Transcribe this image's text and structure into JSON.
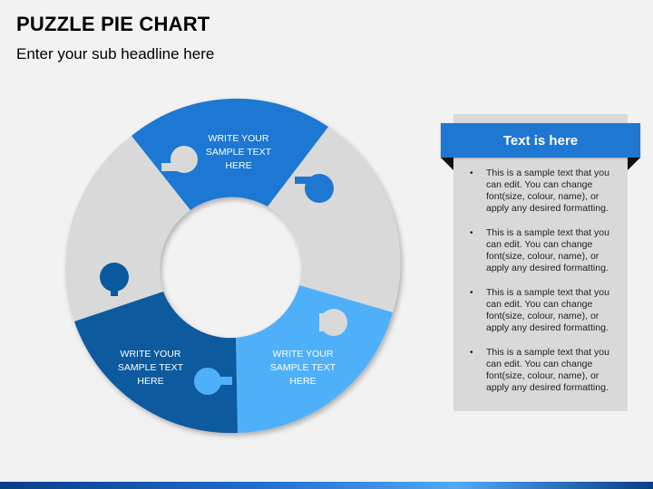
{
  "slide": {
    "title": "PUZZLE PIE CHART",
    "subtitle": "Enter your sub headline here"
  },
  "puzzle": {
    "pieces": [
      {
        "lines": [
          "WRITE YOUR",
          "SAMPLE  TEXT",
          "HERE"
        ],
        "color": "#1e78d2"
      },
      {
        "lines": [],
        "color": "#d9d9d9"
      },
      {
        "lines": [
          "WRITE YOUR",
          "SAMPLE  TEXT",
          "HERE"
        ],
        "color": "#4fb0fa"
      },
      {
        "lines": [
          "WRITE YOUR",
          "SAMPLE  TEXT",
          "HERE"
        ],
        "color": "#0b5a9e"
      },
      {
        "lines": [],
        "color": "#d9d9d9"
      }
    ]
  },
  "panel": {
    "header": "Text is here",
    "header_color": "#1e78d2",
    "bullets": [
      "This is a sample text that you can edit. You can change font(size, colour, name), or apply any desired formatting.",
      "This is a sample text that you can edit. You can change font(size, colour, name), or apply any desired formatting.",
      "This is a sample text that you can edit. You can change font(size, colour, name), or apply any desired formatting.",
      "This is a sample text that you can edit. You can change font(size, colour, name), or apply any desired formatting."
    ]
  }
}
